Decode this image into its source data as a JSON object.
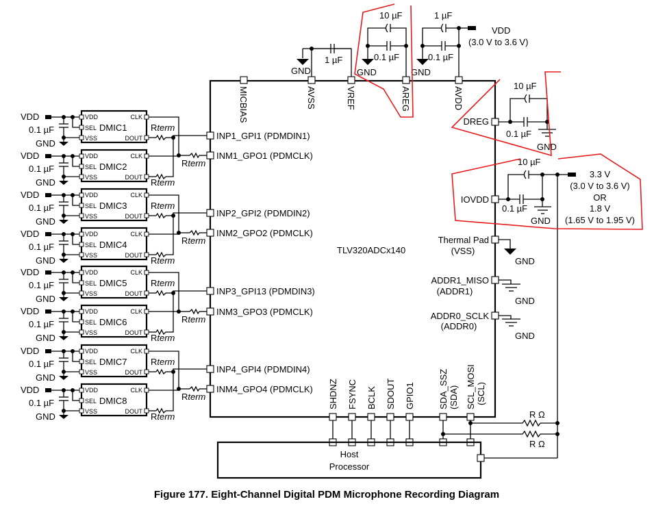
{
  "caption": "Figure 177.  Eight-Channel Digital PDM Microphone Recording Diagram",
  "chip": {
    "name": "TLV320ADCx140",
    "top_pins": [
      "MICBIAS",
      "AVSS",
      "VREF",
      "AREG",
      "AVDD"
    ],
    "left_pins": [
      "INP1_GPI1 (PDMDIN1)",
      "INM1_GPO1 (PDMCLK)",
      "INP2_GPI2 (PDMDIN2)",
      "INM2_GPO2 (PDMCLK)",
      "INP3_GPI13 (PDMDIN3)",
      "INM3_GPO3 (PDMCLK)",
      "INP4_GPI4 (PDMDIN4)",
      "INM4_GPO4 (PDMCLK)"
    ],
    "right_pins": {
      "dreg": "DREG",
      "iovdd": "IOVDD",
      "thermal": "Thermal Pad",
      "thermal_sub": "(VSS)",
      "addr1": "ADDR1_MISO",
      "addr1_sub": "(ADDR1)",
      "addr0": "ADDR0_SCLK",
      "addr0_sub": "(ADDR0)"
    },
    "bottom_pins": [
      "SHDNZ",
      "FSYNC",
      "BCLK",
      "SDOUT",
      "GPIO1",
      "SDA_SSZ",
      "SCL_MOSI"
    ],
    "bottom_pins_sub": {
      "sda": "(SDA)",
      "scl": "(SCL)"
    }
  },
  "mics": [
    {
      "name": "DMIC1"
    },
    {
      "name": "DMIC2"
    },
    {
      "name": "DMIC3"
    },
    {
      "name": "DMIC4"
    },
    {
      "name": "DMIC5"
    },
    {
      "name": "DMIC6"
    },
    {
      "name": "DMIC7"
    },
    {
      "name": "DMIC8"
    }
  ],
  "mic_labels": {
    "vdd": "VDD",
    "cap": "0.1 µF",
    "gnd": "GND",
    "pin_vdd": "VDD",
    "pin_sel": "SEL",
    "pin_vss": "VSS",
    "pin_clk": "CLK",
    "pin_dout": "DOUT",
    "rterm_r": "R",
    "rterm_sub": "term"
  },
  "top_network": {
    "gnd": "GND",
    "vref_cap": "1 µF",
    "areg_cap_big": "10 µF",
    "areg_cap_small": "0.1 µF",
    "avdd_cap_big": "1 µF",
    "avdd_cap_small": "0.1 µF",
    "vdd_label": "VDD",
    "vdd_range": "(3.0 V to 3.6 V)"
  },
  "dreg_network": {
    "cap_big": "10 µF",
    "cap_small": "0.1 µF",
    "gnd": "GND"
  },
  "iovdd_network": {
    "cap_big": "10 µF",
    "cap_small": "0.1 µF",
    "gnd": "GND",
    "supply": [
      "3.3 V",
      "(3.0 V to 3.6 V)",
      "OR",
      "1.8 V",
      "(1.65 V to 1.95 V)"
    ]
  },
  "right_gnd": "GND",
  "pullups": {
    "r1": "R Ω",
    "r2": "R Ω"
  },
  "host": {
    "line1": "Host",
    "line2": "Processor"
  },
  "highlight_color": "#e8191b"
}
